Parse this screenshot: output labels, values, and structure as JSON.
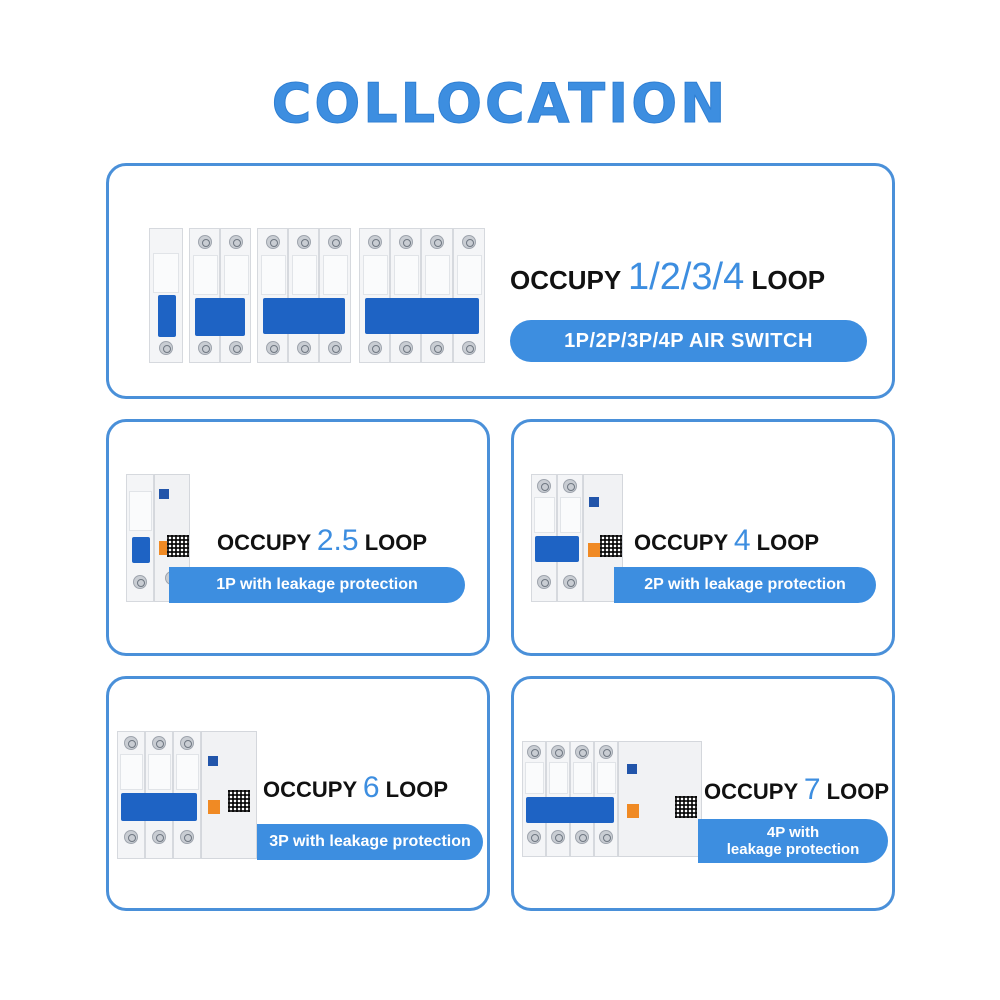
{
  "title": "COLLOCATION",
  "colors": {
    "accent": "#3d8ee0",
    "border": "#4a90d9",
    "breaker_blue": "#1e63c4"
  },
  "cards": {
    "top": {
      "occupy_prefix": "OCCUPY",
      "number": "1/2/3/4",
      "occupy_suffix": "LOOP",
      "pill": "1P/2P/3P/4P AIR SWITCH"
    },
    "p1": {
      "occupy_prefix": "OCCUPY",
      "number": "2.5",
      "occupy_suffix": "LOOP",
      "pill": "1P with leakage protection"
    },
    "p2": {
      "occupy_prefix": "OCCUPY",
      "number": "4",
      "occupy_suffix": "LOOP",
      "pill": "2P with leakage protection"
    },
    "p3": {
      "occupy_prefix": "OCCUPY",
      "number": "6",
      "occupy_suffix": "LOOP",
      "pill": "3P with leakage protection"
    },
    "p4": {
      "occupy_prefix": "OCCUPY",
      "number": "7",
      "occupy_suffix": "LOOP",
      "pill_line1": "4P with",
      "pill_line2": "leakage protection"
    }
  }
}
